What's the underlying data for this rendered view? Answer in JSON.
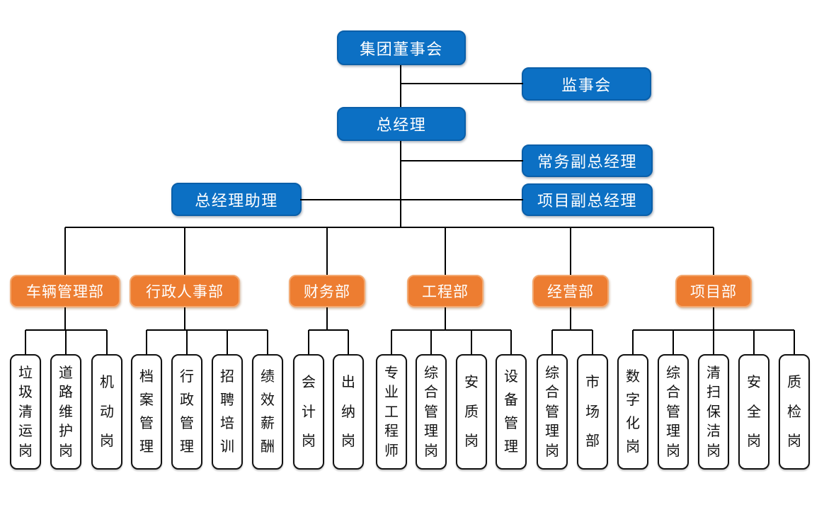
{
  "chart": {
    "type": "org-chart",
    "executives": {
      "board": "集团董事会",
      "supervisory": "监事会",
      "general_manager": "总经理",
      "executive_deputy_gm": "常务副总经理",
      "project_deputy_gm": "项目副总经理",
      "gm_assistant": "总经理助理"
    },
    "departments": [
      {
        "label": "车辆管理部",
        "positions": [
          "垃圾清运岗",
          "道路维护岗",
          "机动岗"
        ]
      },
      {
        "label": "行政人事部",
        "positions": [
          "档案管理",
          "行政管理",
          "招聘培训",
          "绩效薪酬"
        ]
      },
      {
        "label": "财务部",
        "positions": [
          "会计岗",
          "出纳岗"
        ]
      },
      {
        "label": "工程部",
        "positions": [
          "专业工程师",
          "综合管理岗",
          "安质岗",
          "设备管理"
        ]
      },
      {
        "label": "经营部",
        "positions": [
          "综合管理岗",
          "市场部"
        ]
      },
      {
        "label": "项目部",
        "positions": [
          "数字化岗",
          "综合管理岗",
          "清扫保洁岗",
          "安全岗",
          "质检岗"
        ]
      }
    ],
    "colors": {
      "executive_fill": "#0C70C4",
      "executive_border": "#0A5FA9",
      "department_fill": "#ED7D31",
      "department_border": "#F3A971",
      "position_border": "#111111",
      "connector": "#000000"
    }
  }
}
